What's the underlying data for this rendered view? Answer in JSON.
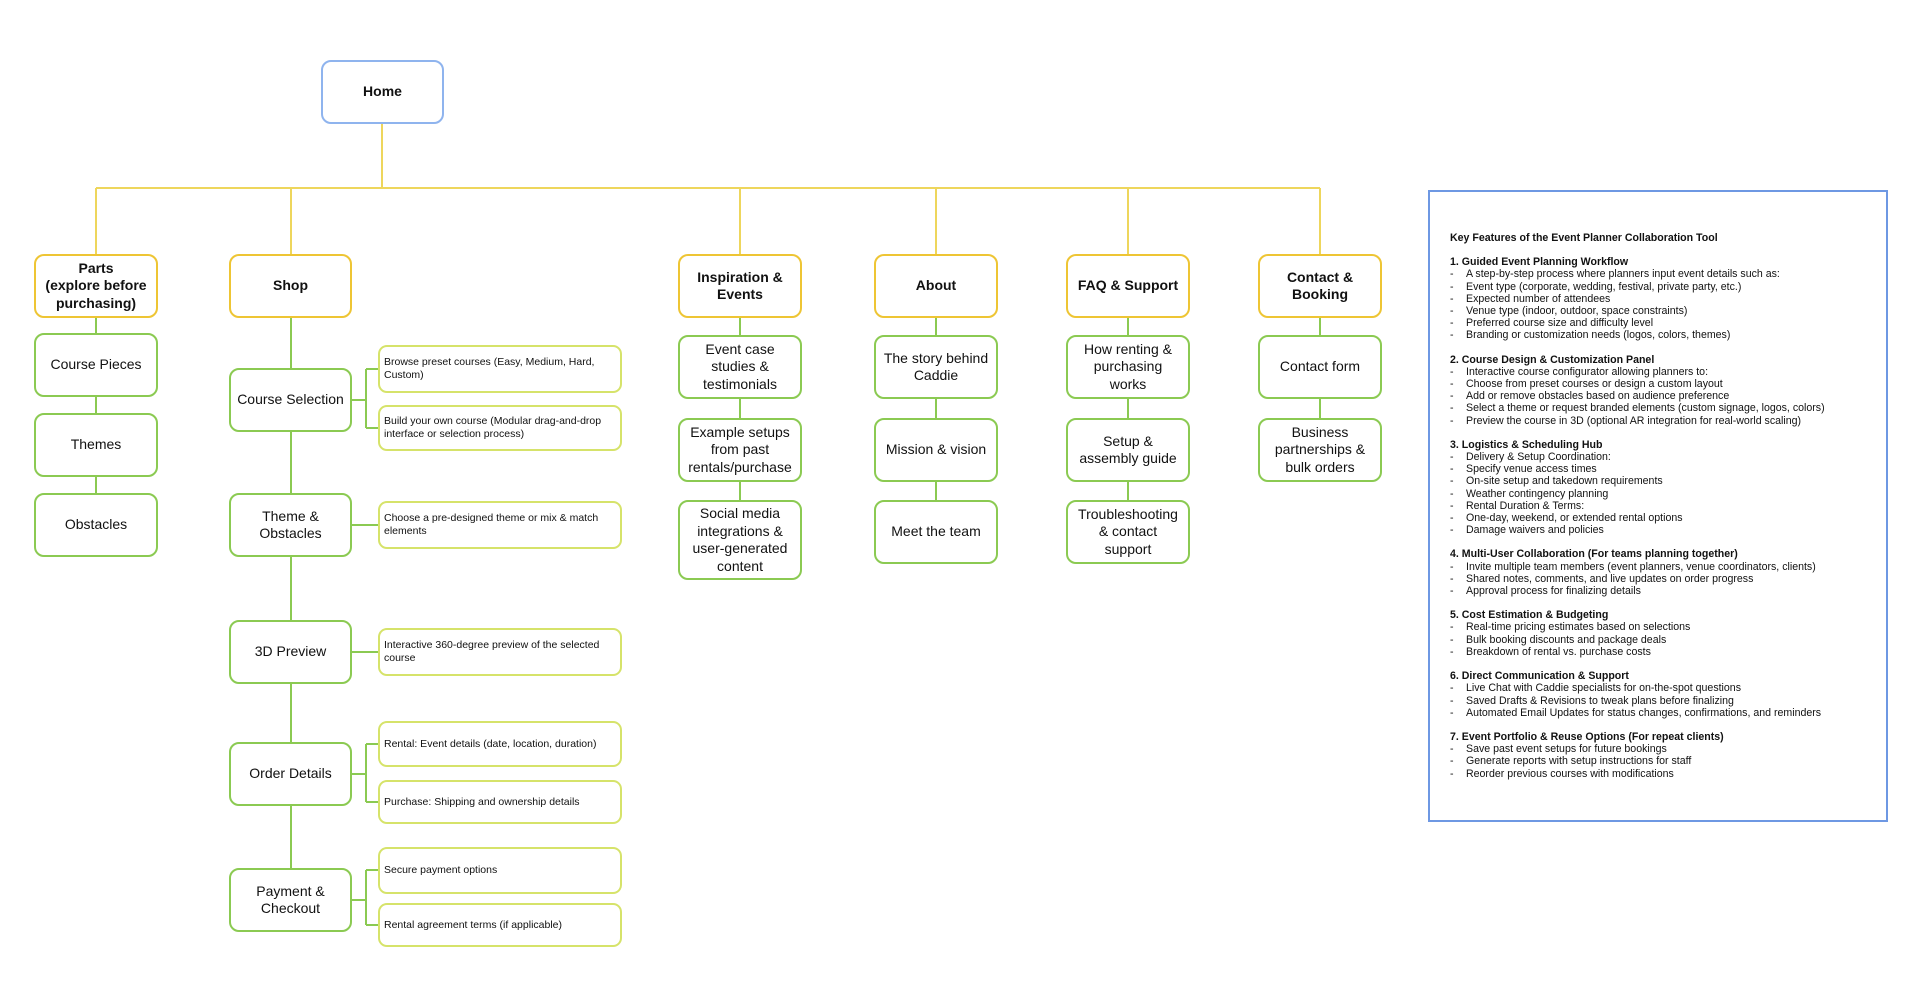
{
  "home": {
    "label": "Home"
  },
  "top": {
    "parts": "Parts\n(explore before purchasing)",
    "shop": "Shop",
    "inspiration": "Inspiration & Events",
    "about": "About",
    "faq": "FAQ & Support",
    "contact": "Contact & Booking"
  },
  "parts": [
    "Course Pieces",
    "Themes",
    "Obstacles"
  ],
  "shop": [
    "Course Selection",
    "Theme & Obstacles",
    "3D Preview",
    "Order Details",
    "Payment & Checkout"
  ],
  "shop_details": [
    "Browse preset courses (Easy, Medium, Hard, Custom)",
    "Build your own course (Modular drag-and-drop interface or selection process)",
    "Choose a pre-designed theme or mix & match elements",
    "Interactive 360-degree preview of the selected course",
    "Rental: Event details (date, location, duration)",
    "Purchase: Shipping and ownership details",
    "Secure payment options",
    "Rental agreement terms (if applicable)"
  ],
  "inspiration": [
    "Event case studies & testimonials",
    "Example setups from past rentals/purchase",
    "Social media integrations & user-generated content"
  ],
  "about": [
    "The story behind Caddie",
    "Mission & vision",
    "Meet the team"
  ],
  "faq": [
    "How renting & purchasing works",
    "Setup & assembly guide",
    "Troubleshooting & contact support"
  ],
  "contact": [
    "Contact form",
    "Business partnerships & bulk orders"
  ],
  "colors": {
    "home_border": "#8fb4ee",
    "top_border": "#eec534",
    "sub_border": "#8bca52",
    "detail_border": "#d6e36a",
    "top_line": "#eed65c",
    "sub_line": "#8bca52",
    "panel_border": "#6e98e3"
  },
  "features": {
    "title": "Key Features of the Event Planner Collaboration Tool",
    "sections": [
      {
        "heading": "1. Guided Event Planning Workflow",
        "items": [
          "A step-by-step process where planners input event details such as:",
          "Event type (corporate, wedding, festival, private party, etc.)",
          "Expected number of attendees",
          "Venue type (indoor, outdoor, space constraints)",
          "Preferred course size and difficulty level",
          "Branding or customization needs (logos, colors, themes)"
        ]
      },
      {
        "heading": "2. Course Design & Customization Panel",
        "items": [
          "Interactive course configurator allowing planners to:",
          "Choose from preset courses or design a custom layout",
          "Add or remove obstacles based on audience preference",
          "Select a theme or request branded elements (custom signage, logos, colors)",
          "Preview the course in 3D (optional AR integration for real-world scaling)"
        ]
      },
      {
        "heading": "3. Logistics & Scheduling Hub",
        "items": [
          "Delivery & Setup Coordination:",
          "Specify venue access times",
          "On-site setup and takedown requirements",
          "Weather contingency planning",
          "Rental Duration & Terms:",
          "One-day, weekend, or extended rental options",
          "Damage waivers and policies"
        ]
      },
      {
        "heading": "4. Multi-User Collaboration (For teams planning together)",
        "items": [
          "Invite multiple team members (event planners, venue coordinators, clients)",
          "Shared notes, comments, and live updates on order progress",
          "Approval process for finalizing details"
        ]
      },
      {
        "heading": "5. Cost Estimation & Budgeting",
        "items": [
          "Real-time pricing estimates based on selections",
          "Bulk booking discounts and package deals",
          "Breakdown of rental vs. purchase costs"
        ]
      },
      {
        "heading": "6. Direct Communication & Support",
        "items": [
          "Live Chat with Caddie specialists for on-the-spot questions",
          "Saved Drafts & Revisions to tweak plans before finalizing",
          "Automated Email Updates for status changes, confirmations, and reminders"
        ]
      },
      {
        "heading": "7. Event Portfolio & Reuse Options (For repeat clients)",
        "items": [
          "Save past event setups for future bookings",
          "Generate reports with setup instructions for staff",
          "Reorder previous courses with modifications"
        ]
      }
    ]
  }
}
